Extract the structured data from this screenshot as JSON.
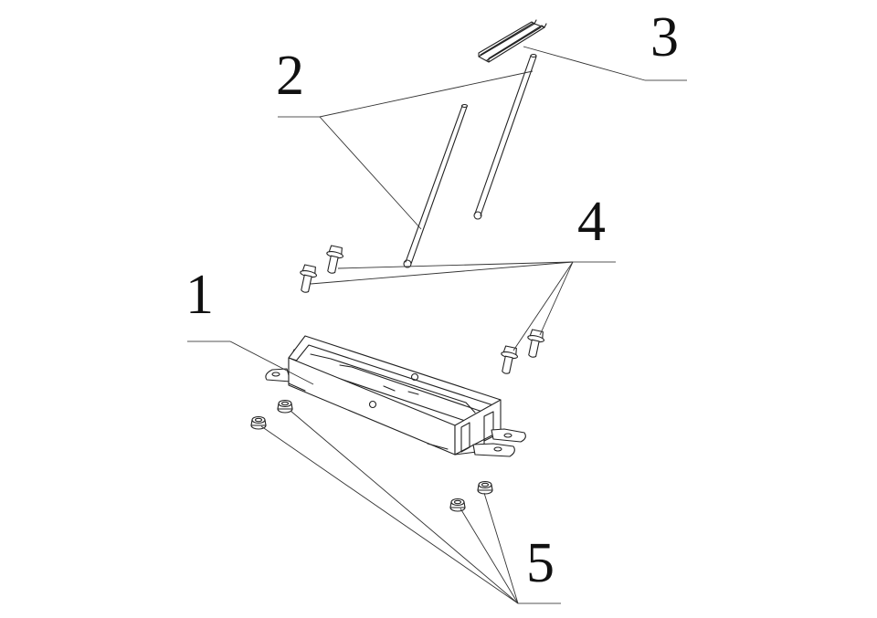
{
  "diagram": {
    "type": "exploded-assembly-drawing",
    "background": "#ffffff",
    "line_color": "#222222",
    "callouts": [
      {
        "id": "1",
        "label": "1",
        "part": "bracket-tray"
      },
      {
        "id": "2",
        "label": "2",
        "part": "rods"
      },
      {
        "id": "3",
        "label": "3",
        "part": "channel-clip"
      },
      {
        "id": "4",
        "label": "4",
        "part": "flange-bolts"
      },
      {
        "id": "5",
        "label": "5",
        "part": "flange-nuts"
      }
    ]
  }
}
